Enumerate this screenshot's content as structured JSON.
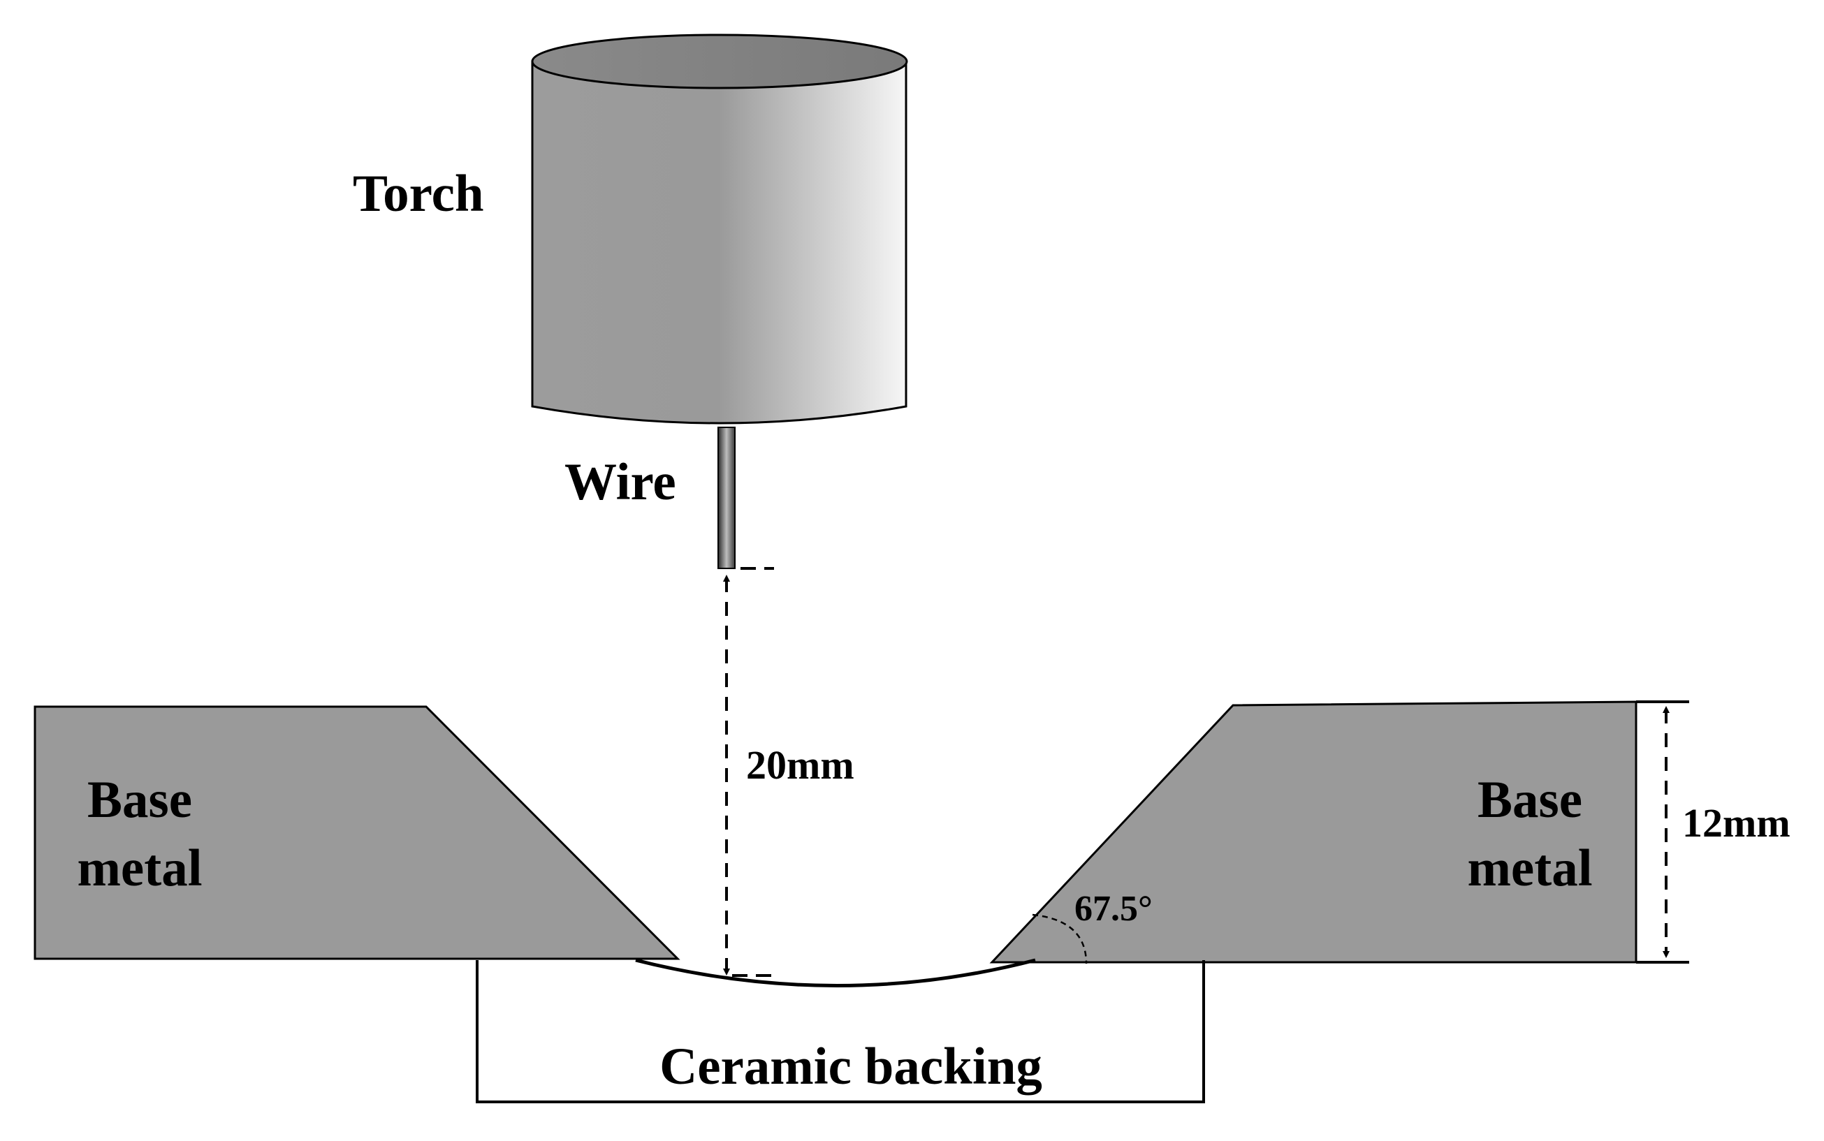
{
  "labels": {
    "torch": "Torch",
    "wire": "Wire",
    "base_metal_left_line1": "Base",
    "base_metal_left_line2": "metal",
    "base_metal_right_line1": "Base",
    "base_metal_right_line2": "metal",
    "ceramic_backing": "Ceramic backing",
    "gap_dimension": "20mm",
    "thickness_dimension": "12mm",
    "groove_angle": "67.5°"
  },
  "colors": {
    "metal": "#9a9a9a",
    "outline": "#000000",
    "background": "#ffffff"
  }
}
